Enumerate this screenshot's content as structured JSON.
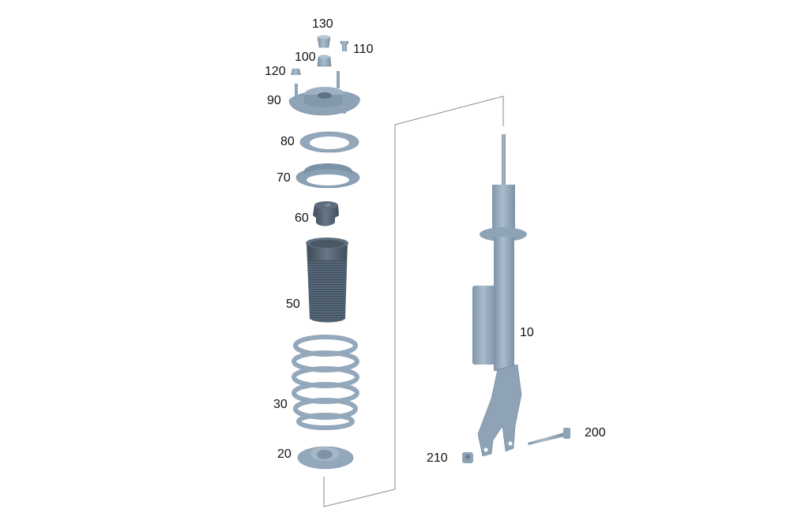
{
  "diagram": {
    "type": "exploded-parts-diagram",
    "subject": "front suspension strut assembly",
    "colors": {
      "part_light": "#9fb3c4",
      "part_mid": "#8aa0b3",
      "part_dark": "#5c6c7a",
      "part_rubber": "#4f5d69",
      "leader_line": "#888888",
      "label_text": "#111111",
      "background": "#ffffff"
    },
    "callouts": [
      {
        "id": "130",
        "label": "130",
        "part": "bump-cap"
      },
      {
        "id": "110",
        "label": "110",
        "part": "top-nut"
      },
      {
        "id": "100",
        "label": "100",
        "part": "collar-nut"
      },
      {
        "id": "120",
        "label": "120",
        "part": "mount-nut"
      },
      {
        "id": "90",
        "label": "90",
        "part": "strut-top-mount"
      },
      {
        "id": "80",
        "label": "80",
        "part": "spring-pad-upper"
      },
      {
        "id": "70",
        "label": "70",
        "part": "spring-seat-upper"
      },
      {
        "id": "60",
        "label": "60",
        "part": "bump-stop"
      },
      {
        "id": "50",
        "label": "50",
        "part": "dust-boot"
      },
      {
        "id": "30",
        "label": "30",
        "part": "coil-spring"
      },
      {
        "id": "20",
        "label": "20",
        "part": "spring-seat-lower"
      },
      {
        "id": "10",
        "label": "10",
        "part": "shock-absorber-strut"
      },
      {
        "id": "200",
        "label": "200",
        "part": "bolt"
      },
      {
        "id": "210",
        "label": "210",
        "part": "nut"
      }
    ]
  }
}
